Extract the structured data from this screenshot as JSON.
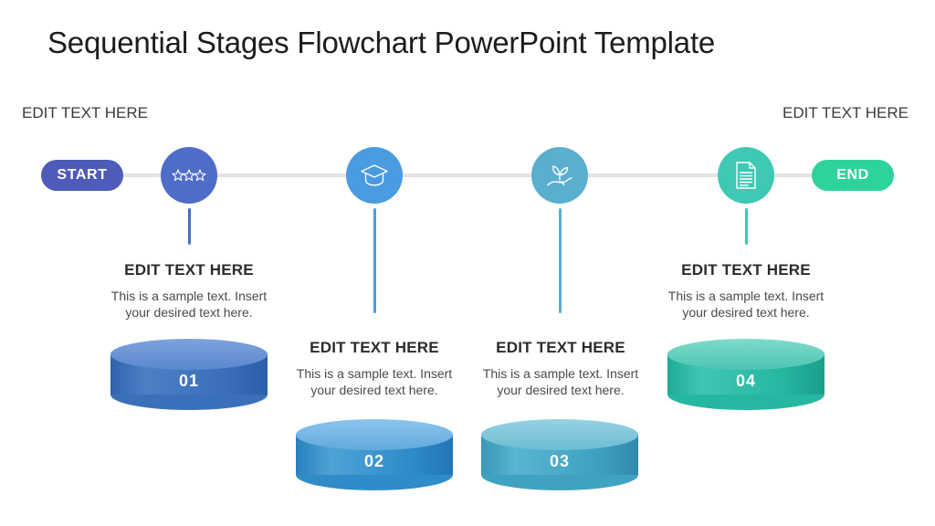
{
  "slide": {
    "title": "Sequential Stages Flowchart PowerPoint Template",
    "background_color": "#ffffff"
  },
  "timeline": {
    "line_color": "#e3e3e3",
    "start_pill": {
      "label": "START",
      "color": "#4e5bb8"
    },
    "end_pill": {
      "label": "END",
      "color": "#2ed39a"
    },
    "left_caption": "EDIT TEXT HERE",
    "right_caption": "EDIT TEXT HERE"
  },
  "stages": [
    {
      "number": "01",
      "icon": "three-stars-icon",
      "node_color": "#4e6dc8",
      "stem_color": "#4e6dc8",
      "heading": "EDIT TEXT HERE",
      "body": "This is a sample text. Insert your desired text here.",
      "cylinder_top_color": "#6f97d8",
      "cylinder_body_color": "#3a6fba",
      "cylinder_label": "01"
    },
    {
      "number": "02",
      "icon": "graduation-cap-icon",
      "node_color": "#4a9be0",
      "stem_color": "#4a9be0",
      "heading": "EDIT TEXT HERE",
      "body": "This is a sample text. Insert your desired text here.",
      "cylinder_top_color": "#79bce9",
      "cylinder_body_color": "#2f8cc9",
      "cylinder_label": "02"
    },
    {
      "number": "03",
      "icon": "hand-plant-icon",
      "node_color": "#5bafce",
      "stem_color": "#5bafce",
      "heading": "EDIT TEXT HERE",
      "body": "This is a sample text. Insert your desired text here.",
      "cylinder_top_color": "#84c7dc",
      "cylinder_body_color": "#3fa2c1",
      "cylinder_label": "03"
    },
    {
      "number": "04",
      "icon": "document-icon",
      "node_color": "#3fc8b4",
      "stem_color": "#3fc8b4",
      "heading": "EDIT TEXT HERE",
      "body": "This is a sample text. Insert your desired text here.",
      "cylinder_top_color": "#69d5c2",
      "cylinder_body_color": "#26b7a2",
      "cylinder_label": "04"
    }
  ]
}
